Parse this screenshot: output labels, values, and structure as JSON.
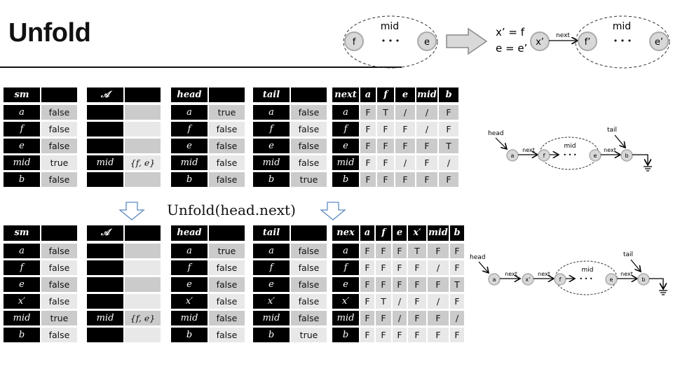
{
  "title": "Unfold",
  "operation": "Unfold(head.next)",
  "top_diagram": {
    "left_mid": "mid",
    "left_f": "f",
    "left_e": "e",
    "dots": "• • •",
    "eq1": "x’ = f",
    "eq2": "e = e’",
    "x": "x’",
    "next": "next",
    "right_mid": "mid",
    "right_f": "f’",
    "right_e": "e’",
    "right_dots": "• • •"
  },
  "list_before": {
    "head": "head",
    "tail": "tail",
    "a": "a",
    "next1": "next",
    "f": "f",
    "mid": "mid",
    "dots": "• • •",
    "e": "e",
    "next2": "next",
    "b": "b"
  },
  "list_after": {
    "head": "head",
    "tail": "tail",
    "a": "a",
    "next1": "next",
    "x": "x’",
    "next2": "next",
    "f": "f",
    "mid": "mid",
    "dots": "• • •",
    "e": "e",
    "next3": "next",
    "b": "b"
  },
  "tables_before": [
    {
      "name": "sm",
      "headers": [
        "sm",
        ""
      ],
      "rows": [
        [
          "a",
          "false"
        ],
        [
          "f",
          "false"
        ],
        [
          "e",
          "false"
        ],
        [
          "mid",
          "true"
        ],
        [
          "b",
          "false"
        ]
      ]
    },
    {
      "name": "A",
      "headers": [
        "𝒜",
        ""
      ],
      "rows": [
        [
          "",
          ""
        ],
        [
          "",
          ""
        ],
        [
          "",
          ""
        ],
        [
          "mid",
          "{f, e}"
        ],
        [
          "",
          ""
        ]
      ]
    },
    {
      "name": "head",
      "headers": [
        "head",
        ""
      ],
      "rows": [
        [
          "a",
          "true"
        ],
        [
          "f",
          "false"
        ],
        [
          "e",
          "false"
        ],
        [
          "mid",
          "false"
        ],
        [
          "b",
          "false"
        ]
      ]
    },
    {
      "name": "tail",
      "headers": [
        "tail",
        ""
      ],
      "rows": [
        [
          "a",
          "false"
        ],
        [
          "f",
          "false"
        ],
        [
          "e",
          "false"
        ],
        [
          "mid",
          "false"
        ],
        [
          "b",
          "true"
        ]
      ]
    },
    {
      "name": "next",
      "headers": [
        "next",
        "a",
        "f",
        "e",
        "mid",
        "b"
      ],
      "rows": [
        [
          "a",
          "F",
          "T",
          "/",
          "/",
          "F"
        ],
        [
          "f",
          "F",
          "F",
          "F",
          "/",
          "F"
        ],
        [
          "e",
          "F",
          "F",
          "F",
          "F",
          "T"
        ],
        [
          "mid",
          "F",
          "F",
          "/",
          "F",
          "/"
        ],
        [
          "b",
          "F",
          "F",
          "F",
          "F",
          "F"
        ]
      ]
    }
  ],
  "tables_after": [
    {
      "name": "sm",
      "headers": [
        "sm",
        ""
      ],
      "rows": [
        [
          "a",
          "false"
        ],
        [
          "f",
          "false"
        ],
        [
          "e",
          "false"
        ],
        [
          "x′",
          "false"
        ],
        [
          "mid",
          "true"
        ],
        [
          "b",
          "false"
        ]
      ]
    },
    {
      "name": "A",
      "headers": [
        "𝒜",
        ""
      ],
      "rows": [
        [
          "",
          ""
        ],
        [
          "",
          ""
        ],
        [
          "",
          ""
        ],
        [
          "",
          ""
        ],
        [
          "mid",
          "{f, e}"
        ],
        [
          "",
          ""
        ]
      ]
    },
    {
      "name": "head",
      "headers": [
        "head",
        ""
      ],
      "rows": [
        [
          "a",
          "true"
        ],
        [
          "f",
          "false"
        ],
        [
          "e",
          "false"
        ],
        [
          "x′",
          "false"
        ],
        [
          "mid",
          "false"
        ],
        [
          "b",
          "false"
        ]
      ]
    },
    {
      "name": "tail",
      "headers": [
        "tail",
        ""
      ],
      "rows": [
        [
          "a",
          "false"
        ],
        [
          "f",
          "false"
        ],
        [
          "e",
          "false"
        ],
        [
          "x′",
          "false"
        ],
        [
          "mid",
          "false"
        ],
        [
          "b",
          "true"
        ]
      ]
    },
    {
      "name": "next",
      "headers": [
        "nex",
        "a",
        "f",
        "e",
        "x′",
        "mid",
        "b"
      ],
      "rows": [
        [
          "a",
          "F",
          "F",
          "F",
          "T",
          "F",
          "F"
        ],
        [
          "f",
          "F",
          "F",
          "F",
          "F",
          "/",
          "F"
        ],
        [
          "e",
          "F",
          "F",
          "F",
          "F",
          "F",
          "T"
        ],
        [
          "x′",
          "F",
          "T",
          "/",
          "F",
          "/",
          "F"
        ],
        [
          "mid",
          "F",
          "F",
          "/",
          "F",
          "F",
          "/"
        ],
        [
          "b",
          "F",
          "F",
          "F",
          "F",
          "F",
          "F"
        ]
      ]
    }
  ]
}
